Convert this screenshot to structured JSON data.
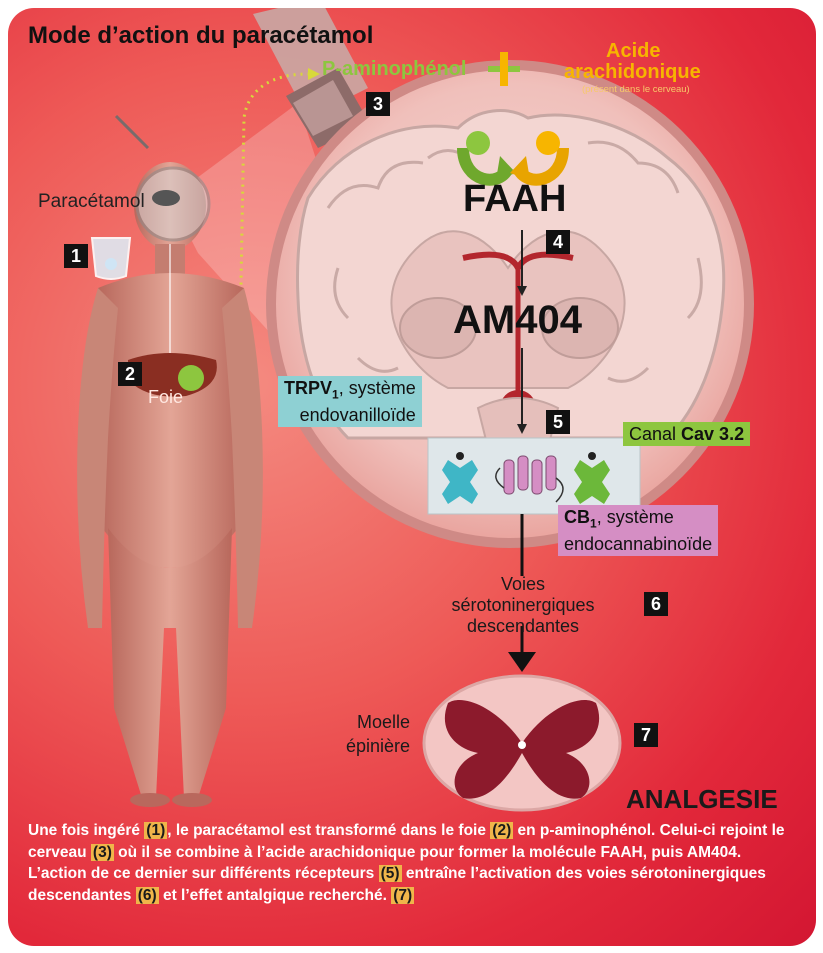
{
  "title": "Mode d’action du paracétamol",
  "labels": {
    "paracetamol": "Paracétamol",
    "foie": "Foie",
    "p_aminophenol": "P-aminophénol",
    "acide_line1": "Acide",
    "acide_line2": "arachidonique",
    "acide_note": "(présent dans le cerveau)",
    "faah": "FAAH",
    "am404": "AM404",
    "trpv_main": "TRPV",
    "trpv_sub": "1",
    "trpv_rest": ", système",
    "trpv_line2": "endovanilloïde",
    "canal_prefix": "Canal ",
    "canal_bold": "Cav 3.2",
    "cb_main": "CB",
    "cb_sub": "1",
    "cb_rest": ", système",
    "cb_line2": "endocannabinoïde",
    "voies_line1": "Voies",
    "voies_line2": "sérotoninergiques",
    "voies_line3": "descendantes",
    "moelle_line1": "Moelle",
    "moelle_line2": "épinière",
    "analgesie": "ANALGESIE"
  },
  "steps": [
    "1",
    "2",
    "3",
    "4",
    "5",
    "6",
    "7"
  ],
  "caption": {
    "p1": "Une fois ingéré ",
    "r1": "(1)",
    "p2": ", le paracétamol est transformé dans le foie ",
    "r2": "(2)",
    "p3": " en p-aminophénol. Celui-ci rejoint le cerveau ",
    "r3": "(3)",
    "p4": " où il se combine à l’acide arachidonique pour former la molécule FAAH, puis AM404. L’action de ce dernier sur différents récepteurs ",
    "r5": "(5)",
    "p5": " entraîne l’activation des voies sérotoninergiques descendantes ",
    "r6": "(6)",
    "p6": " et l’effet antalgique recherché. ",
    "r7": "(7)"
  },
  "colors": {
    "green": "#8dc63f",
    "yellow": "#f7b500",
    "brain_tint": "#f1c4c0",
    "tile_trpv": "#8ed0d3",
    "tile_canal": "#8dc63f",
    "tile_cb": "#d58ec4",
    "caption_ref_bg": "#f0b54a"
  },
  "icons": [
    "magnifier-icon",
    "glass-of-water-icon",
    "brain-icon",
    "spinal-cord-icon",
    "trpv1-receptor-icon",
    "cb1-receptor-icon",
    "cav32-channel-icon"
  ]
}
